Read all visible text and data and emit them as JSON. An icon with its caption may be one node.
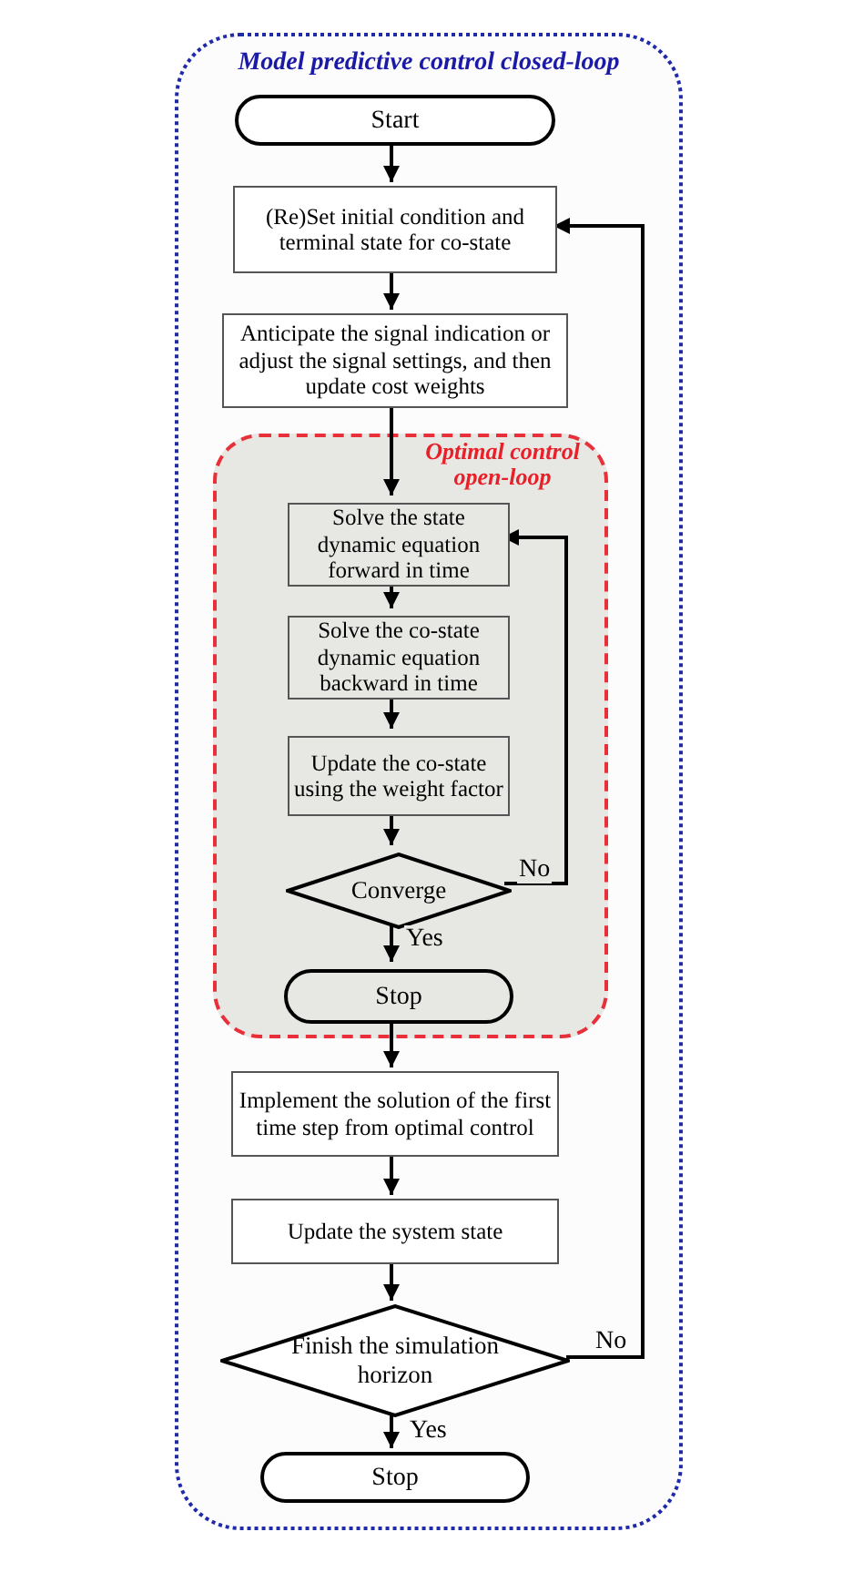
{
  "diagram": {
    "nodes": [
      {
        "text": [
          "Model predictive control closed-loop"
        ]
      },
      {
        "text": [
          "Start"
        ],
        "in": 0
      },
      {
        "text": [
          "(Re)Set initial condition and terminal state for co-state"
        ],
        "in": 0
      },
      {
        "text": [
          "Anticipate the signal indication or adjust the signal settings, and then update cost weights"
        ],
        "in": 0
      },
      {
        "text": [
          "Optimal control open-loop"
        ],
        "in": 0
      },
      {
        "text": [
          "Solve the state dynamic equation forward in time"
        ],
        "in": 4
      },
      {
        "text": [
          "Solve the co-state dynamic equation backward in time"
        ],
        "in": 4
      },
      {
        "text": [
          "Update the co-state using the weight factor"
        ],
        "in": 4
      },
      {
        "text": [
          "Converge"
        ],
        "in": 4
      },
      {
        "text": [
          "Stop"
        ],
        "in": 4
      },
      {
        "text": [
          "Implement the solution of the first time step from optimal control"
        ],
        "in": 0
      },
      {
        "text": [
          "Update the system state"
        ],
        "in": 0
      },
      {
        "text": [
          "Finish the simulation horizon"
        ],
        "in": 0
      },
      {
        "text": [
          "Stop"
        ],
        "in": 0
      }
    ],
    "edges": [
      {
        "from": 1,
        "to": 2,
        "arrow": "to"
      },
      {
        "from": 2,
        "to": 3,
        "arrow": "to"
      },
      {
        "from": 3,
        "to": 5,
        "arrow": "to"
      },
      {
        "from": 5,
        "to": 6,
        "arrow": "to"
      },
      {
        "from": 6,
        "to": 7,
        "arrow": "to"
      },
      {
        "from": 7,
        "to": 8,
        "arrow": "to"
      },
      {
        "from": 8,
        "to": 5,
        "arrow": "to",
        "label": "No"
      },
      {
        "from": 8,
        "to": 9,
        "arrow": "to",
        "label": "Yes"
      },
      {
        "from": 9,
        "to": 10,
        "arrow": "to"
      },
      {
        "from": 10,
        "to": 11,
        "arrow": "to"
      },
      {
        "from": 11,
        "to": 12,
        "arrow": "to"
      },
      {
        "from": 12,
        "to": 2,
        "arrow": "to",
        "label": "No"
      },
      {
        "from": 12,
        "to": 13,
        "arrow": "to",
        "label": "Yes"
      }
    ]
  }
}
